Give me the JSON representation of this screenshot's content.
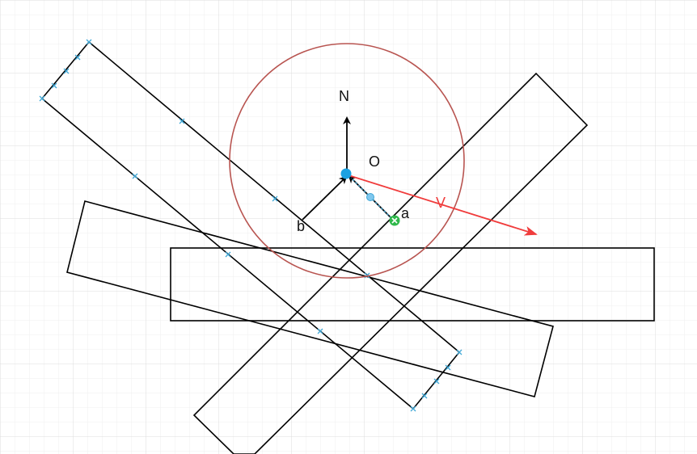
{
  "labels": {
    "n": "N",
    "o": "O",
    "v": "V",
    "a": "a",
    "b": "b"
  },
  "colors": {
    "background": "#ffffff",
    "grid_minor": "#efefef",
    "grid_major": "#dcdcdc",
    "shape_stroke": "#000000",
    "circle": "#b85450",
    "vector_v": "#f03c3c",
    "center_point": "#1ba1e2",
    "contact_point": "#2fb84a",
    "handle_marks": "#3fa7d6"
  }
}
